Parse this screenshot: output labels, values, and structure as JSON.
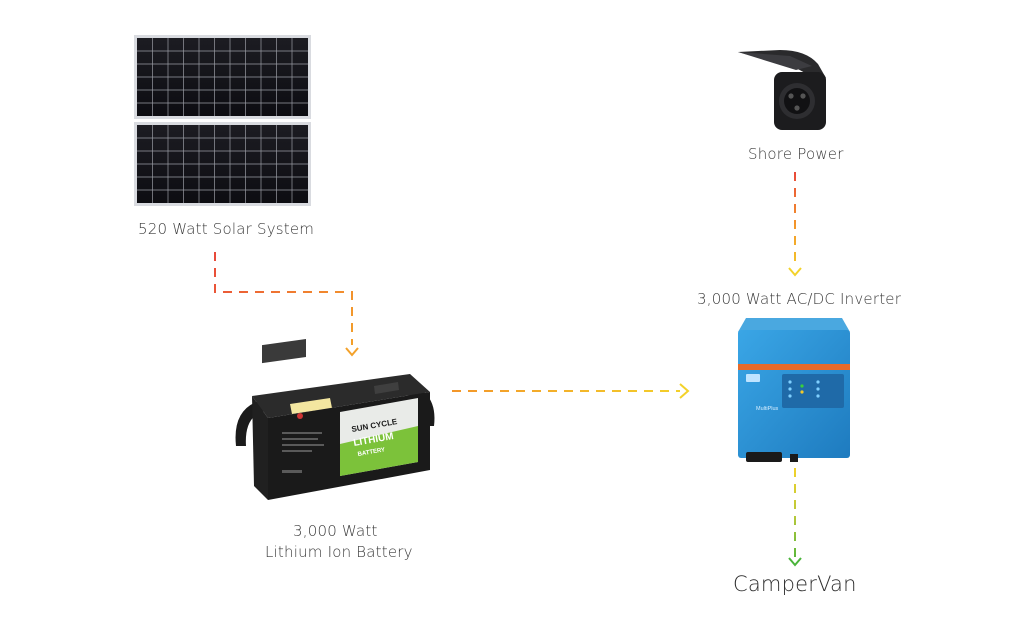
{
  "nodes": {
    "solar": {
      "label": "520 Watt Solar System"
    },
    "battery": {
      "line1": "3,000 Watt",
      "line2": "Lithium Ion Battery"
    },
    "shore": {
      "label": "Shore Power"
    },
    "inverter": {
      "label": "3,000 Watt AC/DC Inverter"
    },
    "campervan": {
      "label": "CamperVan"
    }
  },
  "product_text": {
    "battery_brand_1": "SUN CYCLE",
    "battery_brand_2": "LITHIUM",
    "battery_brand_3": "BATTERY",
    "inverter_model": "MultiPlus"
  },
  "edges": [
    {
      "from": "solar",
      "to": "battery"
    },
    {
      "from": "battery",
      "to": "inverter"
    },
    {
      "from": "shore",
      "to": "inverter"
    },
    {
      "from": "inverter",
      "to": "campervan"
    }
  ],
  "colors": {
    "dash_red": "#e8483a",
    "dash_orange": "#f39a2a",
    "dash_yellow": "#f3c92a",
    "dash_green": "#5ab83a",
    "inverter_blue": "#2a8fd0",
    "label_text": "#3a3a3a"
  }
}
